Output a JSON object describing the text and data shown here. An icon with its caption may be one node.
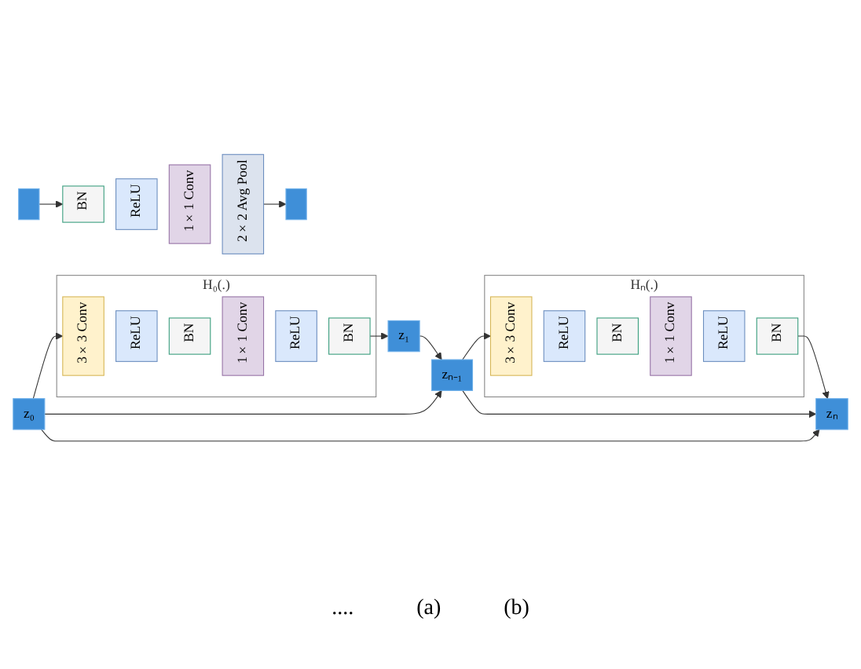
{
  "diagram": {
    "nodes": [
      {
        "text": [
          "z₀"
        ]
      },
      {
        "text": [
          "H₀(.)"
        ]
      },
      {
        "text": [
          "3×3 Conv"
        ],
        "in": 1
      },
      {
        "text": [
          "ReLU"
        ],
        "in": 1
      },
      {
        "text": [
          "BN"
        ],
        "in": 1
      },
      {
        "text": [
          "1×1 Conv"
        ],
        "in": 1
      },
      {
        "text": [
          "ReLU"
        ],
        "in": 1
      },
      {
        "text": [
          "BN"
        ],
        "in": 1
      },
      {
        "text": [
          "z₁"
        ]
      },
      {
        "text": [
          "zₙ₋₁"
        ]
      },
      {
        "text": [
          "Hₙ(.)"
        ]
      },
      {
        "text": [
          "3×3 Conv"
        ],
        "in": 10
      },
      {
        "text": [
          "ReLU"
        ],
        "in": 10
      },
      {
        "text": [
          "BN"
        ],
        "in": 10
      },
      {
        "text": [
          "1×1 Conv"
        ],
        "in": 10
      },
      {
        "text": [
          "ReLU"
        ],
        "in": 10
      },
      {
        "text": [
          "BN"
        ],
        "in": 10
      },
      {
        "text": [
          "zₙ"
        ]
      },
      {
        "text": [],
        "shape": "box"
      },
      {
        "text": [
          "BN"
        ]
      },
      {
        "text": [
          "ReLU"
        ]
      },
      {
        "text": [
          "1×1 Conv"
        ]
      },
      {
        "text": [
          "2×2 Avg Pool"
        ]
      },
      {
        "text": [],
        "shape": "box"
      }
    ],
    "edges": [
      {
        "from": 0,
        "to": 2,
        "arrow": "to"
      },
      {
        "from": 7,
        "to": 8,
        "arrow": "to"
      },
      {
        "from": 9,
        "to": 11,
        "arrow": "to"
      },
      {
        "from": 16,
        "to": 17,
        "arrow": "to"
      },
      {
        "from": 8,
        "to": 9,
        "arrow": "to"
      },
      {
        "from": 0,
        "to": 9,
        "arrow": "to"
      },
      {
        "from": 9,
        "to": 17,
        "arrow": "to"
      },
      {
        "from": 0,
        "to": 17,
        "arrow": "to"
      },
      {
        "from": 18,
        "to": 19,
        "arrow": "to"
      },
      {
        "from": 22,
        "to": 23,
        "arrow": "to"
      }
    ],
    "labels": [
      "....",
      "(a)",
      "(b)"
    ]
  }
}
